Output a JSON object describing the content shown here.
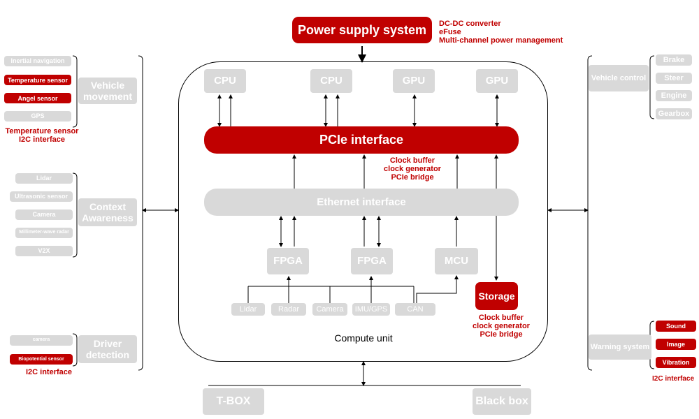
{
  "power": {
    "title": "Power supply system",
    "notes": [
      "DC-DC converter",
      "eFuse",
      "Multi-channel power management"
    ]
  },
  "compute": {
    "cpus": [
      "CPU",
      "CPU"
    ],
    "gpus": [
      "GPU",
      "GPU"
    ],
    "pcie": "PCIe interface",
    "pcie_notes": [
      "Clock buffer",
      "clock generator",
      "PCIe bridge"
    ],
    "ethernet": "Ethernet interface",
    "fpgas": [
      "FPGA",
      "FPGA"
    ],
    "mcu": "MCU",
    "sensors": [
      "Lidar",
      "Radar",
      "Camera",
      "IMU/GPS",
      "CAN"
    ],
    "storage": "Storage",
    "storage_notes": [
      "Clock buffer",
      "clock generator",
      "PCIe bridge"
    ],
    "label": "Compute unit"
  },
  "left": {
    "vehicle_movement": {
      "title": "Vehicle movement",
      "items": [
        "Inertial navigation",
        "Temperature sensor",
        "Angel sensor",
        "GPS"
      ],
      "notes": [
        "Temperature sensor",
        "I2C interface"
      ]
    },
    "context": {
      "title": "Context Awareness",
      "items": [
        "Lidar",
        "Ultrasonic sensor",
        "Camera",
        "Millimeter-wave radar",
        "V2X"
      ]
    },
    "driver": {
      "title": "Driver detection",
      "items": [
        "camera",
        "Biopotential sensor"
      ],
      "note": "I2C interface"
    }
  },
  "right": {
    "vehicle_control": {
      "title": "Vehicle control",
      "items": [
        "Brake",
        "Steer",
        "Engine",
        "Gearbox"
      ]
    },
    "warning": {
      "title": "Warning system",
      "items": [
        "Sound",
        "Image",
        "Vibration"
      ],
      "note": "I2C interface"
    }
  },
  "bottom": {
    "tbox": "T-BOX",
    "blackbox": "Black box"
  },
  "colors": {
    "red": "#c00000",
    "gray": "#d9d9d9"
  }
}
